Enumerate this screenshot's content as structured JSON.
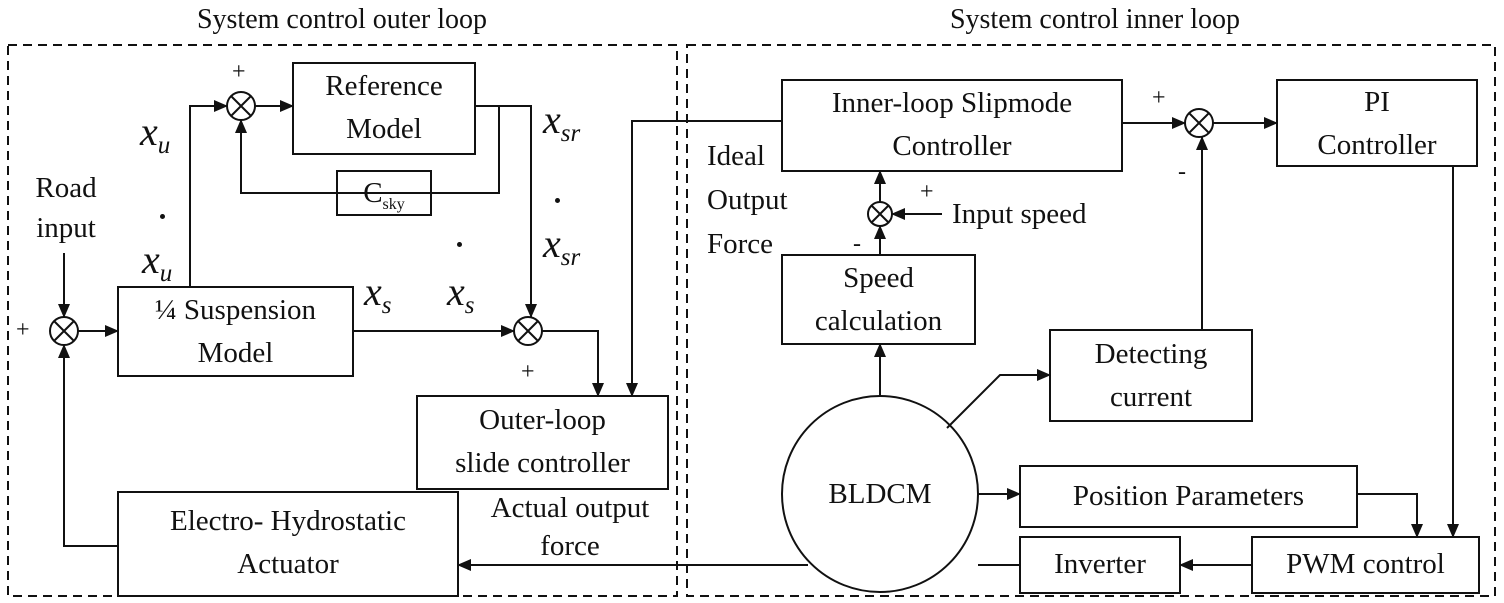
{
  "sections": {
    "outer_title": "System control outer loop",
    "inner_title": "System control inner loop"
  },
  "blocks": {
    "reference_model": [
      "Reference",
      "Model"
    ],
    "csky": {
      "base": "C",
      "sub": "sky"
    },
    "suspension": [
      "¼ Suspension",
      "Model"
    ],
    "outer_slide": [
      "Outer-loop",
      "slide controller"
    ],
    "eha": [
      "Electro- Hydrostatic",
      "Actuator"
    ],
    "inner_slipmode": [
      "Inner-loop Slipmode",
      "Controller"
    ],
    "pi": [
      "PI",
      "Controller"
    ],
    "speed_calc": [
      "Speed",
      "calculation"
    ],
    "detecting": [
      "Detecting",
      "current"
    ],
    "bldcm": "BLDCM",
    "position": "Position Parameters",
    "inverter": "Inverter",
    "pwm": "PWM control"
  },
  "labels": {
    "road_input": [
      "Road",
      "input"
    ],
    "ideal_output": [
      "Ideal",
      "Output",
      "Force"
    ],
    "actual_output": [
      "Actual output",
      "force"
    ],
    "input_speed": "Input speed"
  },
  "variables": {
    "x_u": {
      "base": "x",
      "sub": "u"
    },
    "x_u_dot": {
      "base": "x",
      "sub": "u"
    },
    "x_sr": {
      "base": "x",
      "sub": "sr"
    },
    "x_sr_dot": {
      "base": "x",
      "sub": "sr"
    },
    "x_s": {
      "base": "x",
      "sub": "s"
    },
    "x_s_dot": {
      "base": "x",
      "sub": "s"
    }
  },
  "signs": {
    "plus": "+",
    "minus": "-"
  }
}
